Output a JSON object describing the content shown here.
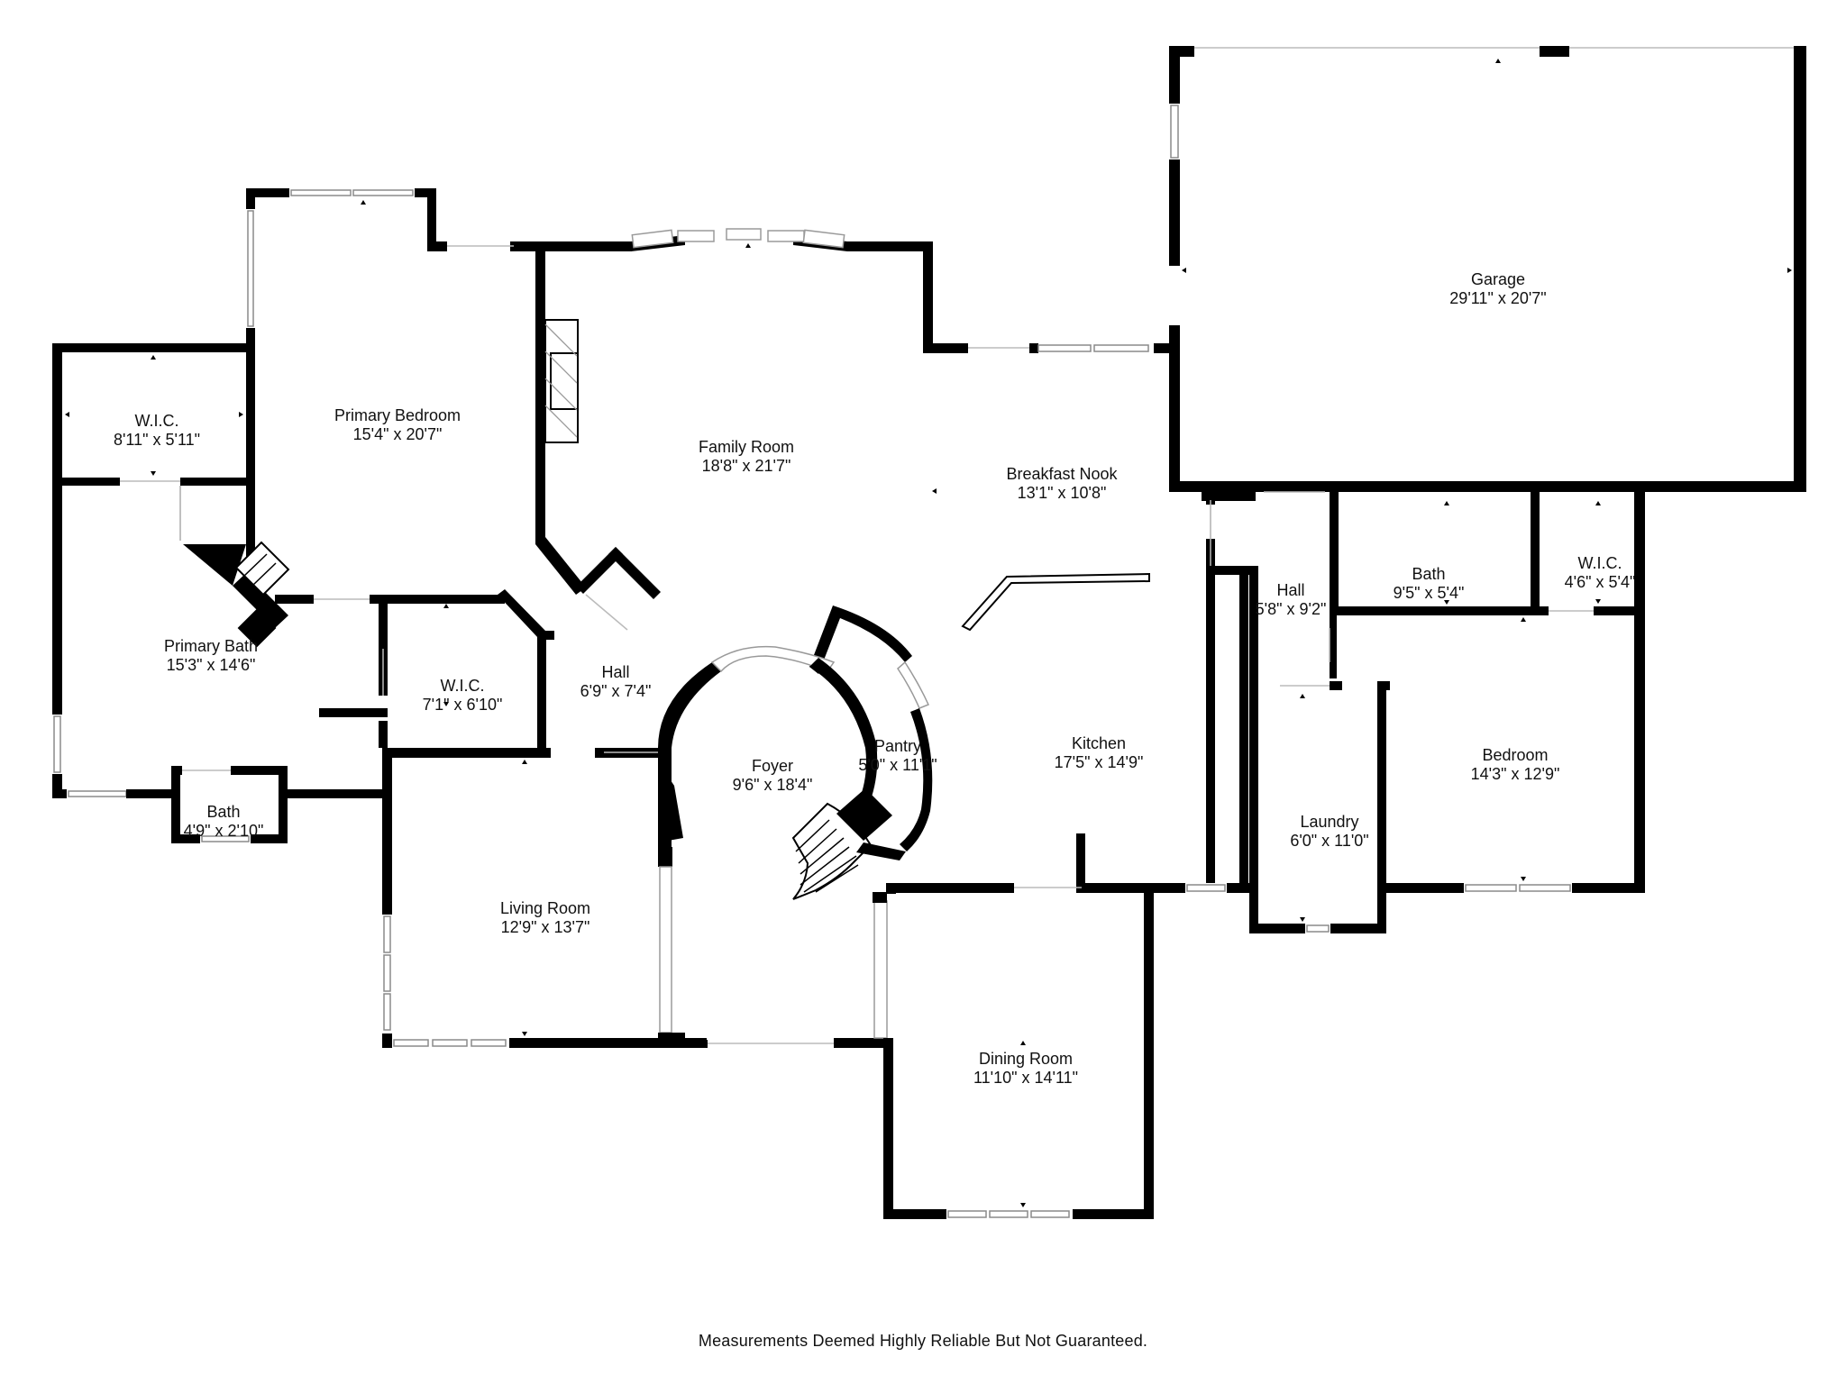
{
  "rooms": {
    "garage": {
      "name": "Garage",
      "dim": "29'11\" x 20'7\""
    },
    "family_room": {
      "name": "Family Room",
      "dim": "18'8\" x 21'7\""
    },
    "breakfast_nook": {
      "name": "Breakfast Nook",
      "dim": "13'1\" x 10'8\""
    },
    "primary_bedroom": {
      "name": "Primary Bedroom",
      "dim": "15'4\" x 20'7\""
    },
    "wic_main": {
      "name": "W.I.C.",
      "dim": "8'11\" x 5'11\""
    },
    "primary_bath": {
      "name": "Primary Bath",
      "dim": "15'3\" x 14'6\""
    },
    "wic_small": {
      "name": "W.I.C.",
      "dim": "7'1\" x 6'10\""
    },
    "hall_left": {
      "name": "Hall",
      "dim": "6'9\" x 7'4\""
    },
    "bath_small": {
      "name": "Bath",
      "dim": "4'9\" x 2'10\""
    },
    "foyer": {
      "name": "Foyer",
      "dim": "9'6\" x 18'4\""
    },
    "pantry": {
      "name": "Pantry",
      "dim": "5'0\" x 11'1\""
    },
    "kitchen": {
      "name": "Kitchen",
      "dim": "17'5\" x 14'9\""
    },
    "hall_right": {
      "name": "Hall",
      "dim": "5'8\" x 9'2\""
    },
    "bath_right": {
      "name": "Bath",
      "dim": "9'5\" x 5'4\""
    },
    "wic_right": {
      "name": "W.I.C.",
      "dim": "4'6\" x 5'4\""
    },
    "bedroom": {
      "name": "Bedroom",
      "dim": "14'3\" x 12'9\""
    },
    "laundry": {
      "name": "Laundry",
      "dim": "6'0\" x 11'0\""
    },
    "living_room": {
      "name": "Living Room",
      "dim": "12'9\" x 13'7\""
    },
    "dining_room": {
      "name": "Dining Room",
      "dim": "11'10\" x 14'11\""
    }
  },
  "disclaimer": "Measurements Deemed Highly Reliable But Not Guaranteed."
}
